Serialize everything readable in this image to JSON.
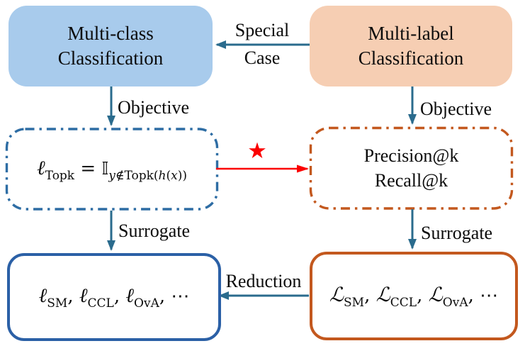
{
  "diagram": {
    "boxes": {
      "multiclass": {
        "line1": "Multi-class",
        "line2": "Classification"
      },
      "multilabel": {
        "line1": "Multi-label",
        "line2": "Classification"
      },
      "pk_objective": {
        "line1": "Precision@k",
        "line2": "Recall@k"
      }
    },
    "edges": {
      "special_case": {
        "label_line1": "Special",
        "label_line2": "Case"
      },
      "objective_left": {
        "label": "Objective"
      },
      "objective_right": {
        "label": "Objective"
      },
      "surrogate_left": {
        "label": "Surrogate"
      },
      "surrogate_right": {
        "label": "Surrogate"
      },
      "reduction": {
        "label": "Reduction"
      },
      "star_edge": {
        "icon": "★"
      }
    },
    "formulas": {
      "topk": [
        {
          "t": "ℓ"
        },
        {
          "t": "Topk"
        },
        {
          "t": " = "
        },
        {
          "t": "𝕀"
        },
        {
          "t": "y"
        },
        {
          "t": "∉"
        },
        {
          "t": "Topk("
        },
        {
          "t": "h"
        },
        {
          "t": "("
        },
        {
          "t": "x"
        },
        {
          "t": "))"
        }
      ],
      "mc_surrogates": [
        {
          "t": "ℓ"
        },
        {
          "t": "SM"
        },
        {
          "t": ", "
        },
        {
          "t": "ℓ"
        },
        {
          "t": "CCL"
        },
        {
          "t": ", "
        },
        {
          "t": "ℓ"
        },
        {
          "t": "OvA"
        },
        {
          "t": ", "
        },
        {
          "t": "⋯"
        }
      ],
      "ml_surrogates": [
        {
          "t": "ℒ"
        },
        {
          "t": "SM"
        },
        {
          "t": ", "
        },
        {
          "t": "ℒ"
        },
        {
          "t": "CCL"
        },
        {
          "t": ", "
        },
        {
          "t": "ℒ"
        },
        {
          "t": "OvA"
        },
        {
          "t": ", "
        },
        {
          "t": "⋯"
        }
      ]
    },
    "colors": {
      "multiclass_fill": "#A8CBEC",
      "multilabel_fill": "#F6CEB3",
      "arrow_teal": "#2A6B8D",
      "dashed_blue": "#2E6DA4",
      "solid_blue": "#2B60A6",
      "orange": "#C3581E",
      "red": "#FB0000",
      "text": "#0b0b0b"
    }
  }
}
